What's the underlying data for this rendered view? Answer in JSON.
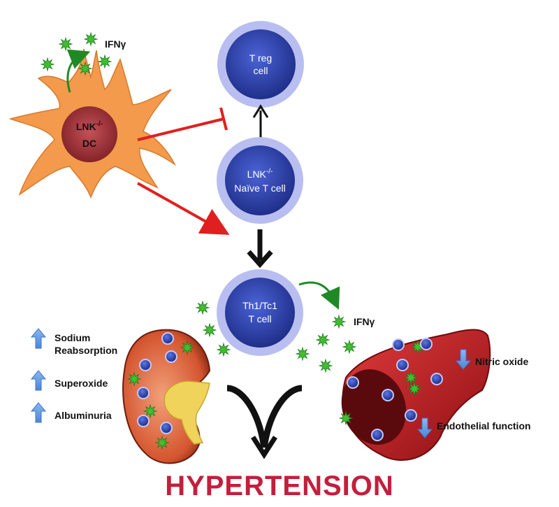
{
  "dendritic_cell": {
    "label_line1": "LNK",
    "label_sup": "-/-",
    "label_line2": "DC",
    "cytokine_label": "IFNγ"
  },
  "treg_cell": {
    "line1": "T reg",
    "line2": "cell"
  },
  "naive_cell": {
    "line1": "LNK",
    "line1_sup": "-/-",
    "line2": "Naïve T cell"
  },
  "effector_cell": {
    "line1": "Th1/Tc1",
    "line2": "T cell",
    "cytokine_label": "IFNγ"
  },
  "kidney_effects": [
    {
      "direction": "up",
      "lines": [
        "Sodium",
        "Reabsorption"
      ]
    },
    {
      "direction": "up",
      "lines": [
        "Superoxide"
      ]
    },
    {
      "direction": "up",
      "lines": [
        "Albuminuria"
      ]
    }
  ],
  "vessel_effects": [
    {
      "direction": "down",
      "lines": [
        "Nitric oxide"
      ]
    },
    {
      "direction": "down",
      "lines": [
        "Endothelial function"
      ]
    }
  ],
  "outcome": "HYPERTENSION",
  "colors": {
    "dc_body": "#f39a4c",
    "dc_nucleus": "#a8333b",
    "cell_outer": "#b9bef0",
    "cell_inner": "#2f46b0",
    "inhibit_arrow": "#e02020",
    "cytokine": "#3fbf2f",
    "green_arrow": "#1f8a25",
    "up_down_arrow": "#6b9fe0",
    "title": "#c31f3d",
    "vessel": "#b3151b"
  }
}
